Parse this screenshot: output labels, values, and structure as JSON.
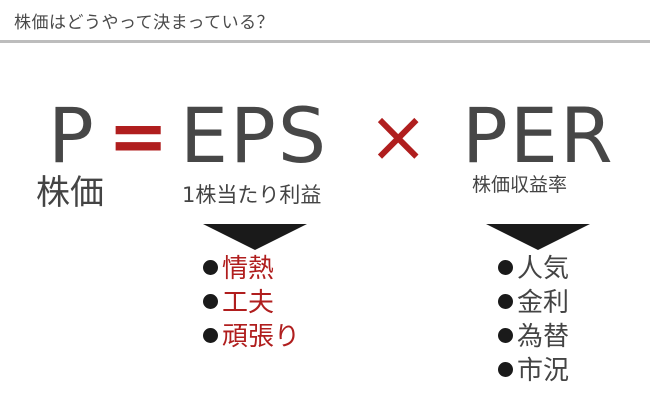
{
  "header": {
    "title": "株価はどうやって決まっている？"
  },
  "formula": {
    "p": "P",
    "p_label": "株価",
    "equals": "=",
    "eps": "EPS",
    "eps_label": "1株当たり利益",
    "times": "×",
    "per": "PER",
    "per_label": "株価収益率"
  },
  "eps_factors": [
    "情熱",
    "工夫",
    "頑張り"
  ],
  "per_factors": [
    "人気",
    "金利",
    "為替",
    "市況"
  ],
  "colors": {
    "accent": "#b01e1e",
    "text": "#444444",
    "arrow": "#1a1a1a",
    "rule": "#bdbdbd"
  }
}
